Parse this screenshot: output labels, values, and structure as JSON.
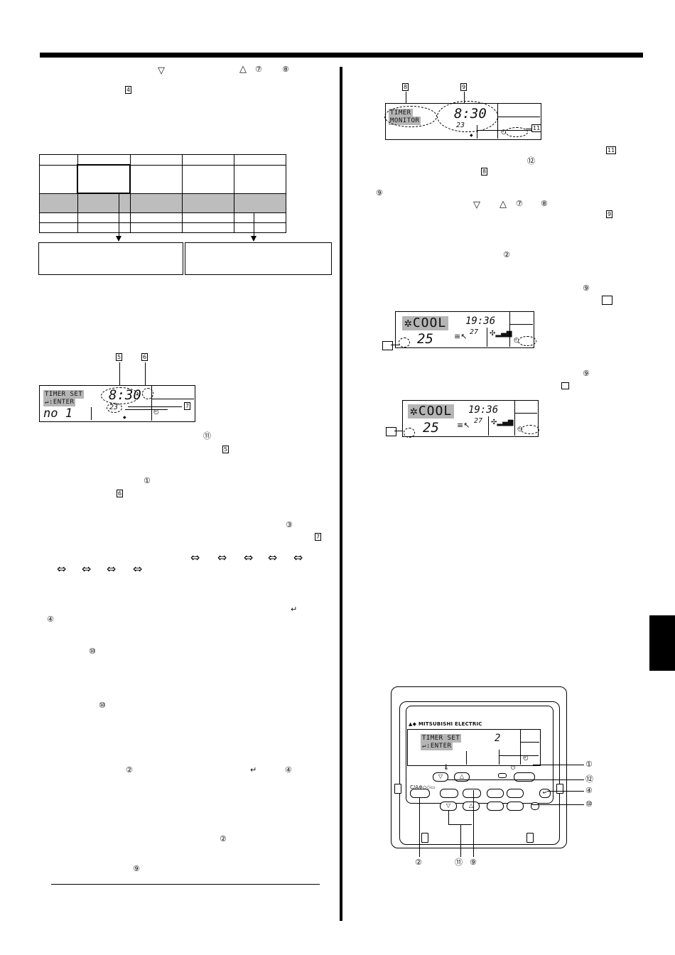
{
  "markers": {
    "m1": "①",
    "m2": "②",
    "m3": "③",
    "m4": "④",
    "m7": "⑦",
    "m8": "⑧",
    "m9": "⑨",
    "m10": "⑩",
    "m11": "⑪",
    "m12": "⑫",
    "down": "▽",
    "up": "△",
    "enter": "↵",
    "swap": "⇔",
    "box": "□"
  },
  "callouts": {
    "c4": "4",
    "c5": "5",
    "c6": "6",
    "c7": "7",
    "c8": "8",
    "c9": "9",
    "c11": "11"
  },
  "lcd_timer_set": {
    "title_1": "TIMER SET",
    "title_2": "↵:ENTER",
    "time": "8:30",
    "temp": "23",
    "pattern": "no 1"
  },
  "lcd_timer_monitor": {
    "title_1": "TIMER",
    "title_2": "MONITOR",
    "time": "8:30",
    "temp": "23"
  },
  "lcd_cool_a": {
    "mode": "COOL",
    "time": "19:36",
    "set_temp": "25",
    "room_temp": "27"
  },
  "lcd_cool_b": {
    "mode": "COOL",
    "time": "19:36",
    "set_temp": "25",
    "room_temp": "27"
  },
  "remote": {
    "brand": "MITSUBISHI ELECTRIC",
    "title_1": "TIMER SET",
    "title_2": "↵:ENTER",
    "value": "2"
  }
}
